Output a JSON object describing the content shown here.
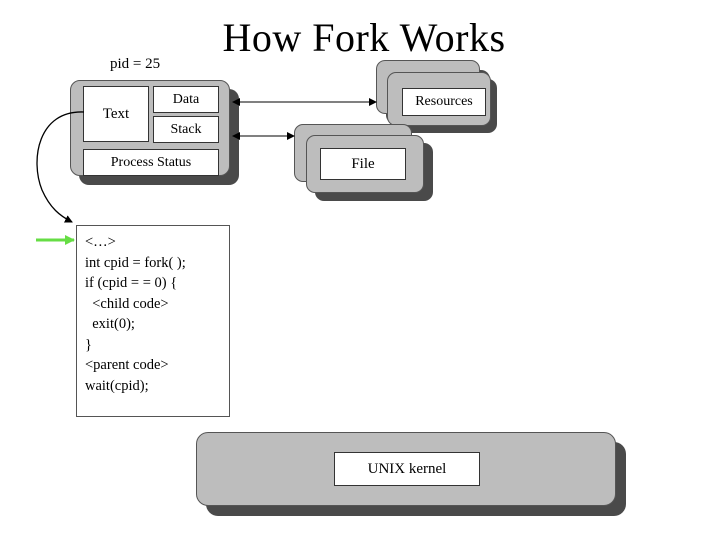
{
  "title": "How Fork Works",
  "process": {
    "pid_label": "pid = 25",
    "segments": {
      "text": "Text",
      "data": "Data",
      "stack": "Stack",
      "status": "Process Status"
    }
  },
  "resources_label": "Resources",
  "file_label": "File",
  "code_lines": [
    "<…>",
    "int cpid = fork( );",
    "if (cpid = = 0) {",
    "  <child code>",
    "  exit(0);",
    "}",
    "<parent code>",
    "wait(cpid);"
  ],
  "kernel_label": "UNIX kernel",
  "colors": {
    "box_fill": "#bdbdbd",
    "shadow": "#4a4a4a",
    "pointer_arrow": "#66dd44"
  }
}
